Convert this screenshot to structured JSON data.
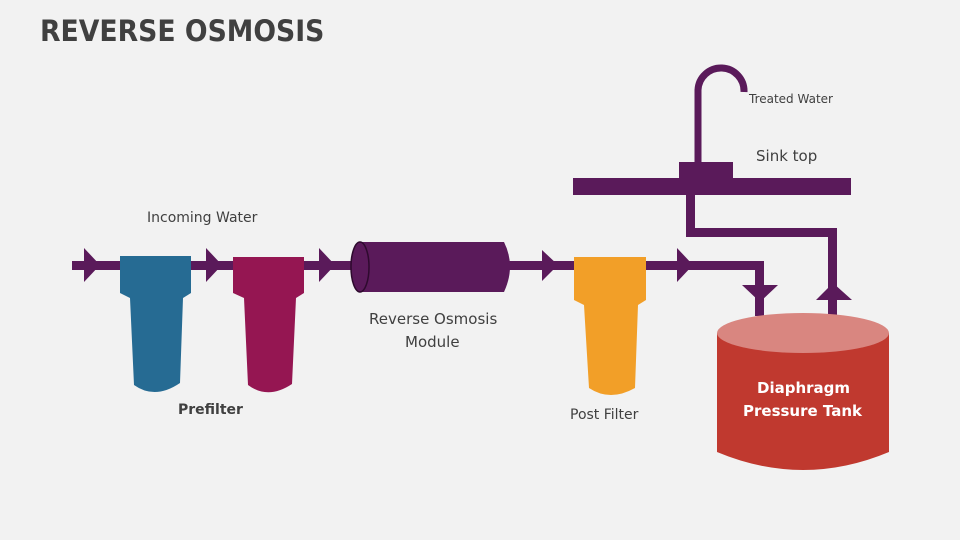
{
  "title": "REVERSE OSMOSIS",
  "labels": {
    "incoming_water": "Incoming Water",
    "prefilter": "Prefilter",
    "ro_module_line1": "Reverse Osmosis",
    "ro_module_line2": "Module",
    "post_filter": "Post Filter",
    "treated_water": "Treated Water",
    "sink_top": "Sink top",
    "tank_line1": "Diaphragm",
    "tank_line2": "Pressure Tank"
  },
  "colors": {
    "pipe": "#5a1a5a",
    "prefilter_1": "#266b93",
    "prefilter_2": "#951652",
    "ro_module": "#5a1a5a",
    "post_filter": "#f29f28",
    "tank_body": "#c0392f",
    "tank_top": "#d98680"
  }
}
